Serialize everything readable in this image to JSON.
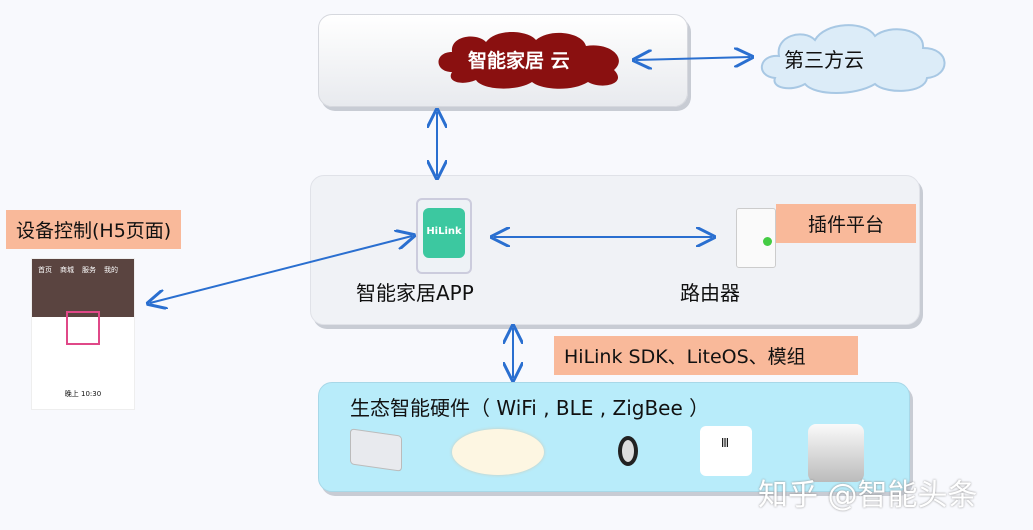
{
  "cloud": {
    "smart_home_cloud": "智能家居 云",
    "third_party_cloud": "第三方云"
  },
  "app": {
    "label": "智能家居APP",
    "icon_text": "HiLink"
  },
  "router": {
    "label": "路由器"
  },
  "tags": {
    "device_control": "设备控制(H5页面)",
    "plugin_platform": "插件平台",
    "sdk": "HiLink SDK、LiteOS、模组"
  },
  "hardware": {
    "title": "生态智能硬件（ WiFi , BLE , ZigBee ）"
  },
  "phone": {
    "tabs": [
      "首页",
      "商城",
      "服务",
      "我的"
    ],
    "time": "晚上 10:30"
  },
  "watermark": "知乎 @智能头条",
  "colors": {
    "arrow": "#2a6fd0",
    "cloud_red": "#8a1010",
    "tag": "#f9b99a",
    "hw_bg": "#b8ecfa"
  }
}
